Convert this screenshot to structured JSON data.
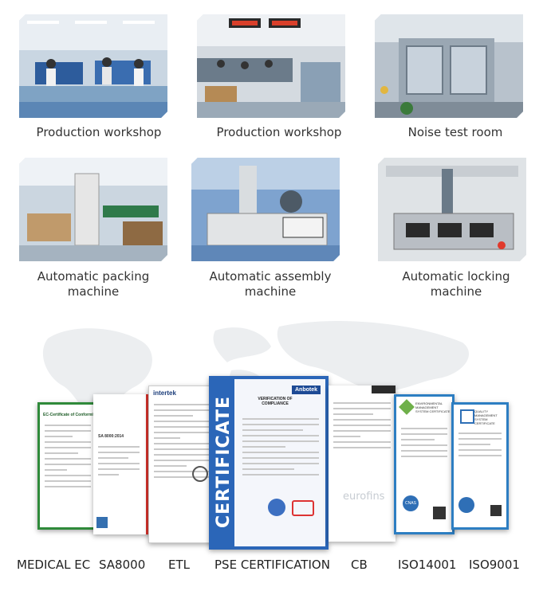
{
  "workshops": [
    {
      "caption": "Production workshop"
    },
    {
      "caption": "Production workshop"
    },
    {
      "caption": "Noise test room"
    },
    {
      "caption": "Automatic packing machine"
    },
    {
      "caption": "Automatic assembly machine"
    },
    {
      "caption": "Automatic locking machine"
    }
  ],
  "certifications": [
    {
      "label": "MEDICAL EC"
    },
    {
      "label": "SA8000"
    },
    {
      "label": "ETL"
    },
    {
      "label": "PSE CERTIFICATION"
    },
    {
      "label": "CB"
    },
    {
      "label": "ISO14001"
    },
    {
      "label": "ISO9001"
    }
  ],
  "cert_texts": {
    "ec_title": "EC-Certificate of Conformity",
    "sa_title": "SA 8000:2014",
    "etl_brand": "intertek",
    "pse_vertical": "CERTIFICATE",
    "pse_heading": "VERIFICATION OF COMPLIANCE",
    "pse_brand": "Anbotek",
    "cb_brand": "eurofins",
    "iso14001_title": "ENVIRONMENTAL MANAGEMENT SYSTEM CERTIFICATE",
    "iso9001_title": "QUALITY MANAGEMENT SYSTEM CERTIFICATE",
    "cnas": "CNAS"
  }
}
